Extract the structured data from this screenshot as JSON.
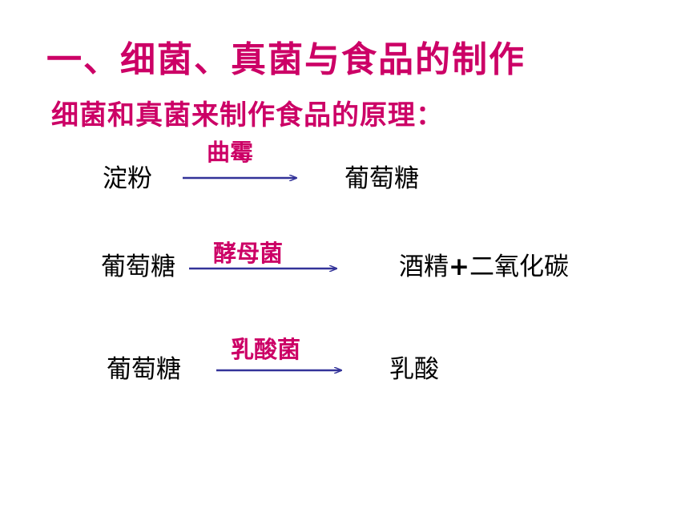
{
  "title": "一、细菌、真菌与食品的制作",
  "subtitle": "细菌和真菌来制作食品的原理：",
  "reactions": [
    {
      "reactant": "淀粉",
      "microbe": "曲霉",
      "product": "葡萄糖"
    },
    {
      "reactant": "葡萄糖",
      "microbe": "酵母菌",
      "product_main": "酒精",
      "product_plus": "+",
      "product_extra": "二氧化碳"
    },
    {
      "reactant": "葡萄糖",
      "microbe": "乳酸菌",
      "product": "乳酸"
    }
  ],
  "colors": {
    "title": "#cc0066",
    "microbe": "#cc0066",
    "arrow": "#333399",
    "text": "#000000"
  }
}
